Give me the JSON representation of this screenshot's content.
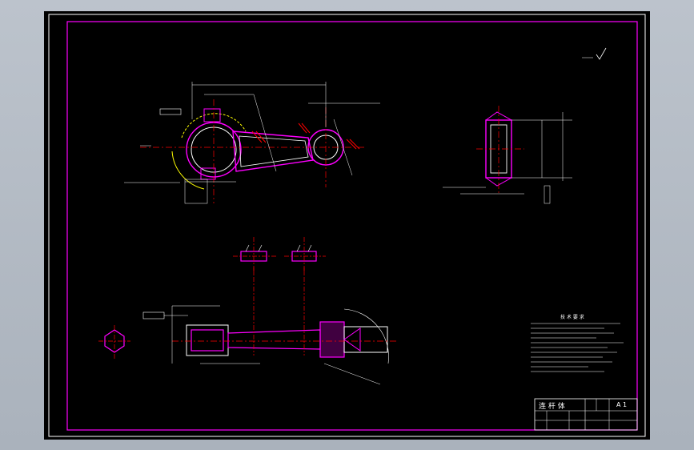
{
  "drawing": {
    "title_block": {
      "part_name": "连 杆 体",
      "sheet_size": "A 1"
    },
    "technical_requirements": {
      "heading": "技 术 要 求"
    },
    "colors": {
      "background": "#000000",
      "frame": "#ff00ff",
      "outline": "#ffffff",
      "centerline": "#ff0000",
      "hatch": "#ff00ff",
      "dimension": "#ffffff",
      "viewport": "#b8bec6"
    }
  }
}
